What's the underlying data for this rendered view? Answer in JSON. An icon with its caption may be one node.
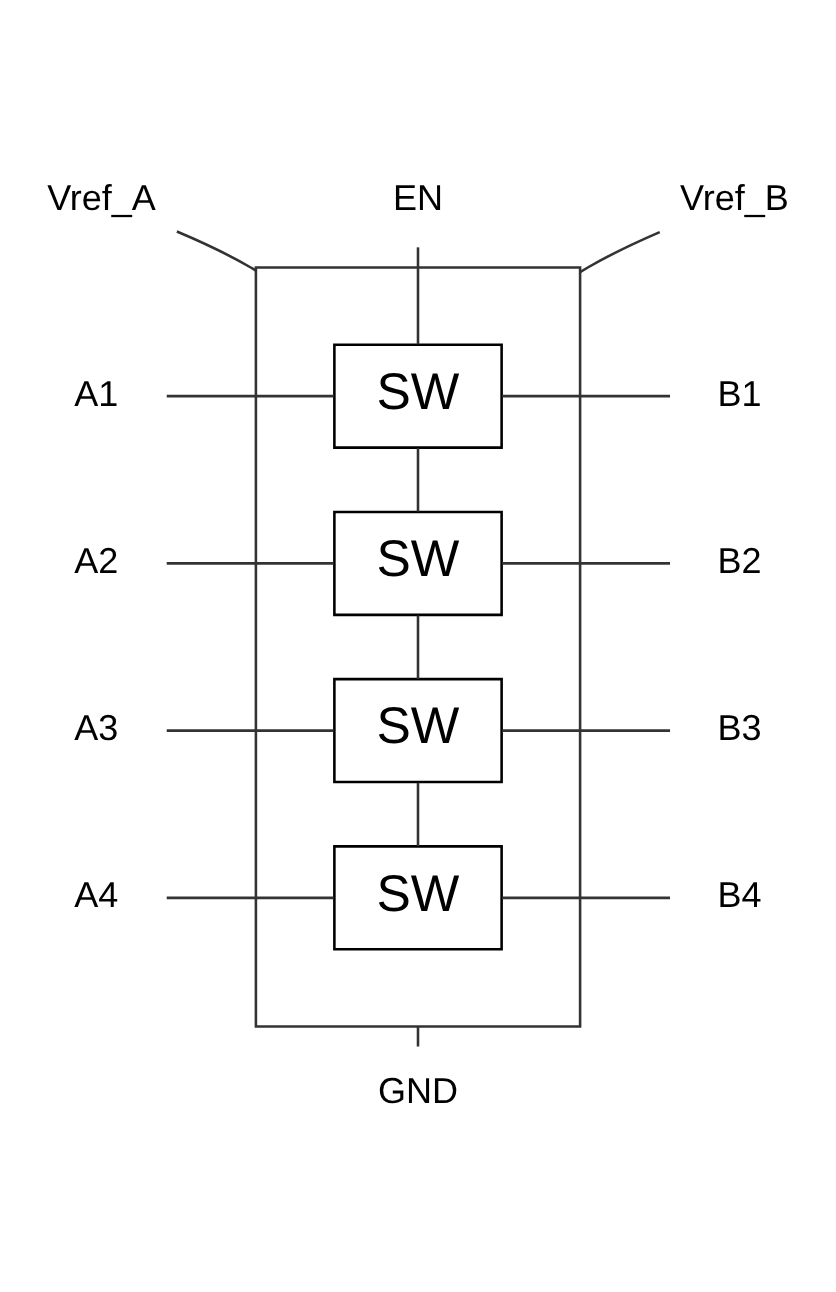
{
  "diagram": {
    "nodes": [
      {
        "text": [],
        "shape": "box"
      },
      {
        "text": [
          "Vref_A"
        ]
      },
      {
        "text": [
          "Vref_B"
        ]
      },
      {
        "text": [
          "EN"
        ]
      },
      {
        "text": [
          "A1"
        ]
      },
      {
        "text": [
          "SW"
        ],
        "in": 0
      },
      {
        "text": [
          "B1"
        ]
      },
      {
        "text": [
          "A2"
        ]
      },
      {
        "text": [
          "SW"
        ],
        "in": 0
      },
      {
        "text": [
          "B2"
        ]
      },
      {
        "text": [
          "A3"
        ]
      },
      {
        "text": [
          "SW"
        ],
        "in": 0
      },
      {
        "text": [
          "B3"
        ]
      },
      {
        "text": [
          "A4"
        ]
      },
      {
        "text": [
          "SW"
        ],
        "in": 0
      },
      {
        "text": [
          "B4"
        ]
      },
      {
        "text": [
          "GND"
        ]
      }
    ],
    "edges": [
      {
        "from": 1,
        "to": 0,
        "arrow": "none"
      },
      {
        "from": 2,
        "to": 0,
        "arrow": "none"
      },
      {
        "from": 3,
        "to": 5,
        "arrow": "none"
      },
      {
        "from": 4,
        "to": 5,
        "arrow": "none"
      },
      {
        "from": 5,
        "to": 6,
        "arrow": "none"
      },
      {
        "from": 5,
        "to": 8,
        "arrow": "none"
      },
      {
        "from": 7,
        "to": 8,
        "arrow": "none"
      },
      {
        "from": 8,
        "to": 9,
        "arrow": "none"
      },
      {
        "from": 8,
        "to": 11,
        "arrow": "none"
      },
      {
        "from": 10,
        "to": 11,
        "arrow": "none"
      },
      {
        "from": 11,
        "to": 12,
        "arrow": "none"
      },
      {
        "from": 11,
        "to": 14,
        "arrow": "none"
      },
      {
        "from": 13,
        "to": 14,
        "arrow": "none"
      },
      {
        "from": 14,
        "to": 15,
        "arrow": "none"
      },
      {
        "from": 0,
        "to": 16,
        "arrow": "none"
      }
    ]
  }
}
